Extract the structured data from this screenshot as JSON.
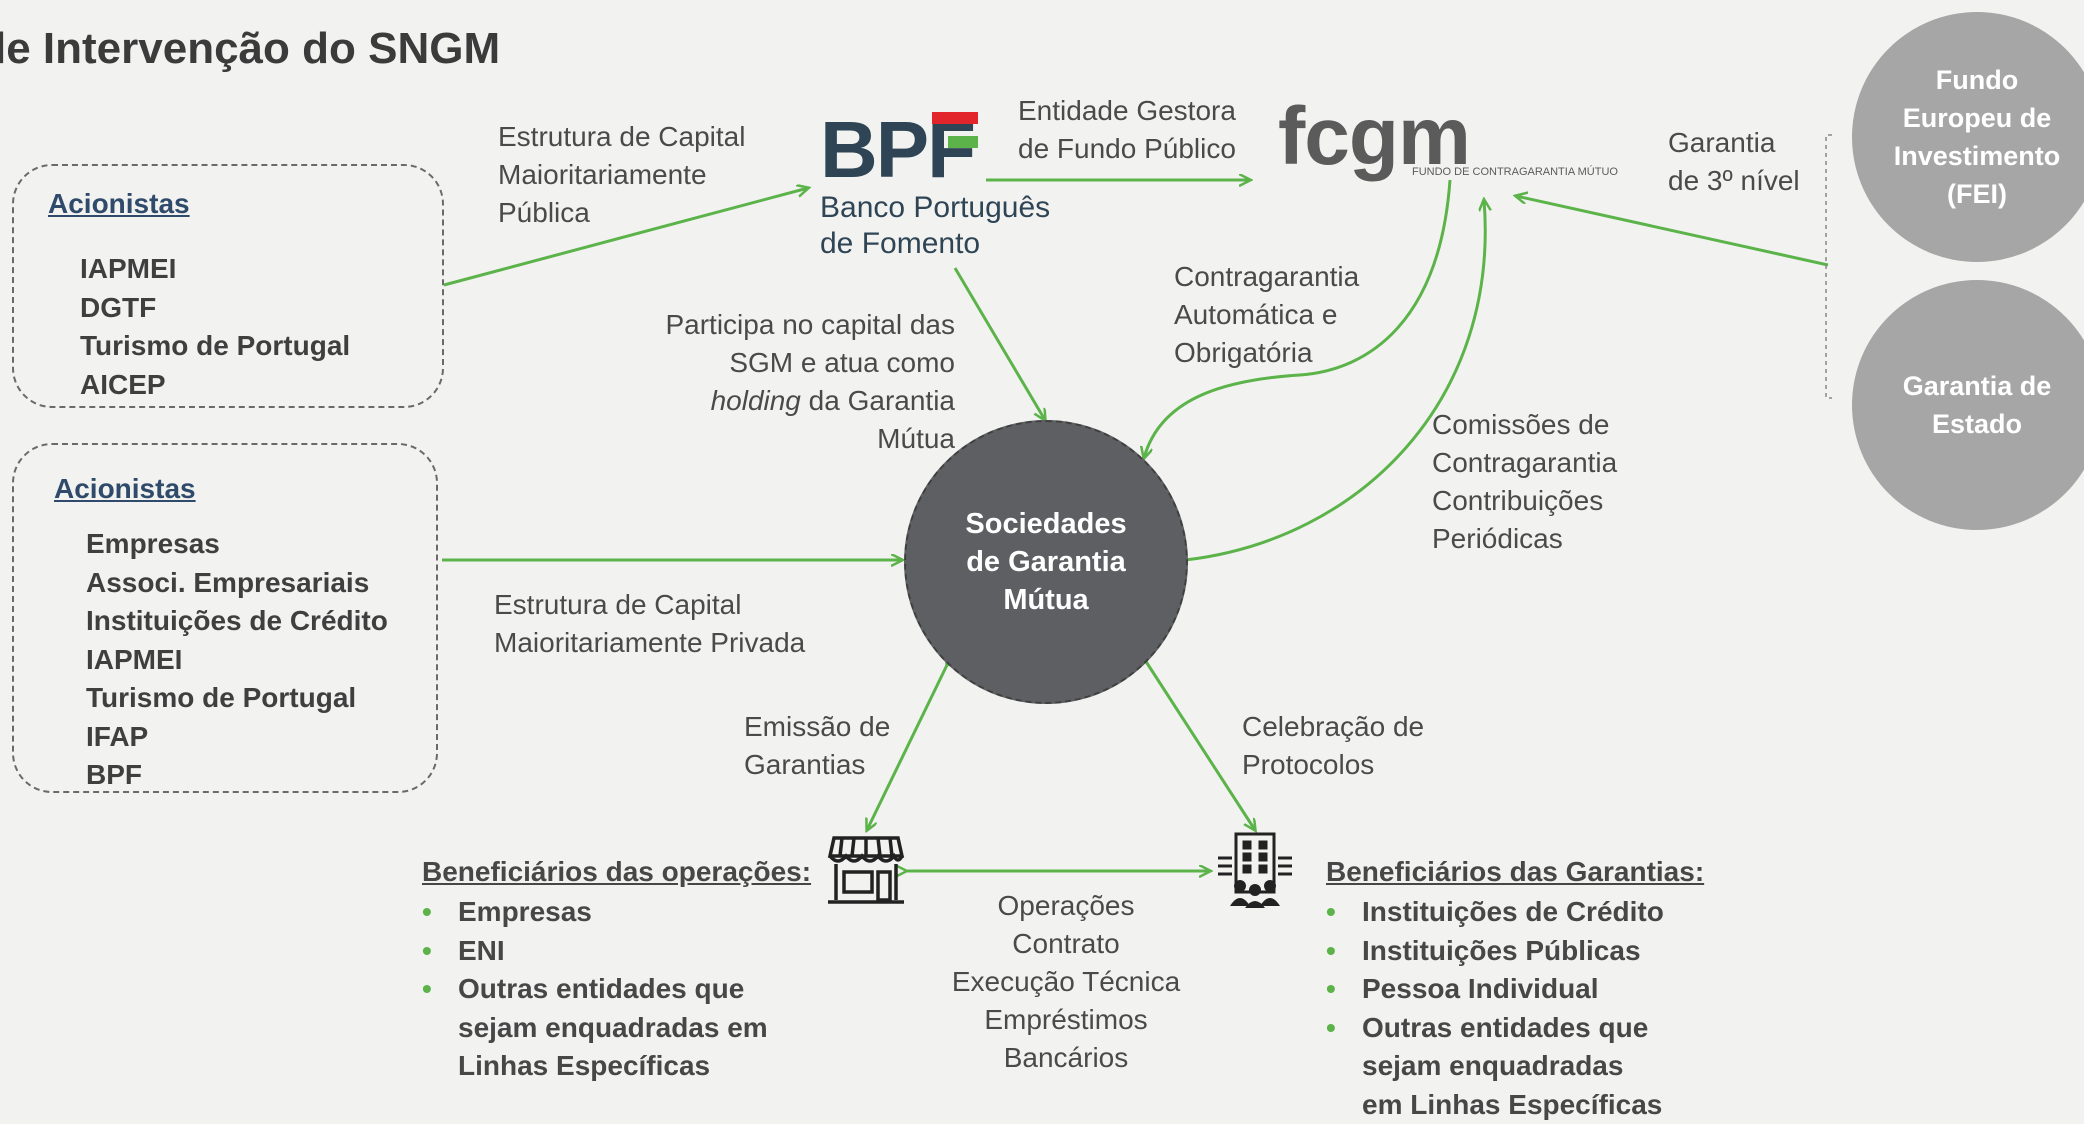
{
  "title": "le Intervenção do SNGM",
  "logos": {
    "bpf": {
      "mark": "BPF",
      "name_line1": "Banco Português",
      "name_line2": "de Fomento"
    },
    "fcgm": {
      "mark": "fcgm",
      "subtitle": "FUNDO DE CONTRAGARANTIA MÚTUO"
    }
  },
  "shareholders_public": {
    "heading": "Acionistas",
    "items": [
      "IAPMEI",
      "DGTF",
      "Turismo de Portugal",
      "AICEP"
    ]
  },
  "shareholders_private": {
    "heading": "Acionistas",
    "items": [
      "Empresas",
      "Associ. Empresariais",
      "Instituições de Crédito",
      "IAPMEI",
      "Turismo de Portugal",
      "IFAP",
      "BPF"
    ]
  },
  "labels": {
    "capital_public": [
      "Estrutura de Capital",
      "Maioritariamente",
      "Pública"
    ],
    "entity_manager": [
      "Entidade Gestora",
      "de Fundo Público"
    ],
    "guarantee_3rd": [
      "Garantia",
      "de 3º nível"
    ],
    "counter_guarantee": [
      "Contragarantia",
      "Automática e",
      "Obrigatória"
    ],
    "participates": {
      "line1": "Participa no capital das",
      "line2": "SGM e atua como",
      "line3_italic": "holding",
      "line3_rest": " da Garantia",
      "line4": "Mútua"
    },
    "commissions": [
      "Comissões de",
      "Contragarantia",
      "Contribuições",
      "Periódicas"
    ],
    "capital_private": [
      "Estrutura de Capital",
      "Maioritariamente Privada"
    ],
    "issuance": [
      "Emissão de",
      "Garantias"
    ],
    "protocols": [
      "Celebração de",
      "Protocolos"
    ],
    "operations": [
      "Operações",
      "Contrato",
      "Execução Técnica",
      "Empréstimos",
      "Bancários"
    ]
  },
  "sgm_circle": [
    "Sociedades",
    "de Garantia",
    "Mútua"
  ],
  "fei_circle": [
    "Fundo",
    "Europeu de",
    "Investimento",
    "(FEI)"
  ],
  "state_circle": [
    "Garantia de",
    "Estado"
  ],
  "beneficiaries_operations": {
    "heading": "Beneficiários das operações:",
    "items": [
      "Empresas",
      "ENI",
      "Outras entidades que sejam enquadradas em Linhas Específicas"
    ]
  },
  "beneficiaries_guarantees": {
    "heading": "Beneficiários das Garantias:",
    "items": [
      "Instituições de Crédito",
      "Instituições Públicas",
      "Pessoa Individual",
      "Outras entidades que sejam enquadradas em Linhas Específicas"
    ]
  },
  "icons": {
    "store": "storefront-icon",
    "bank": "bank-building-icon"
  },
  "colors": {
    "arrow": "#5cb34a",
    "sgm_circle": "#5e5f62",
    "side_circle": "#a6a6a6",
    "heading_blue": "#2f4a6a"
  }
}
